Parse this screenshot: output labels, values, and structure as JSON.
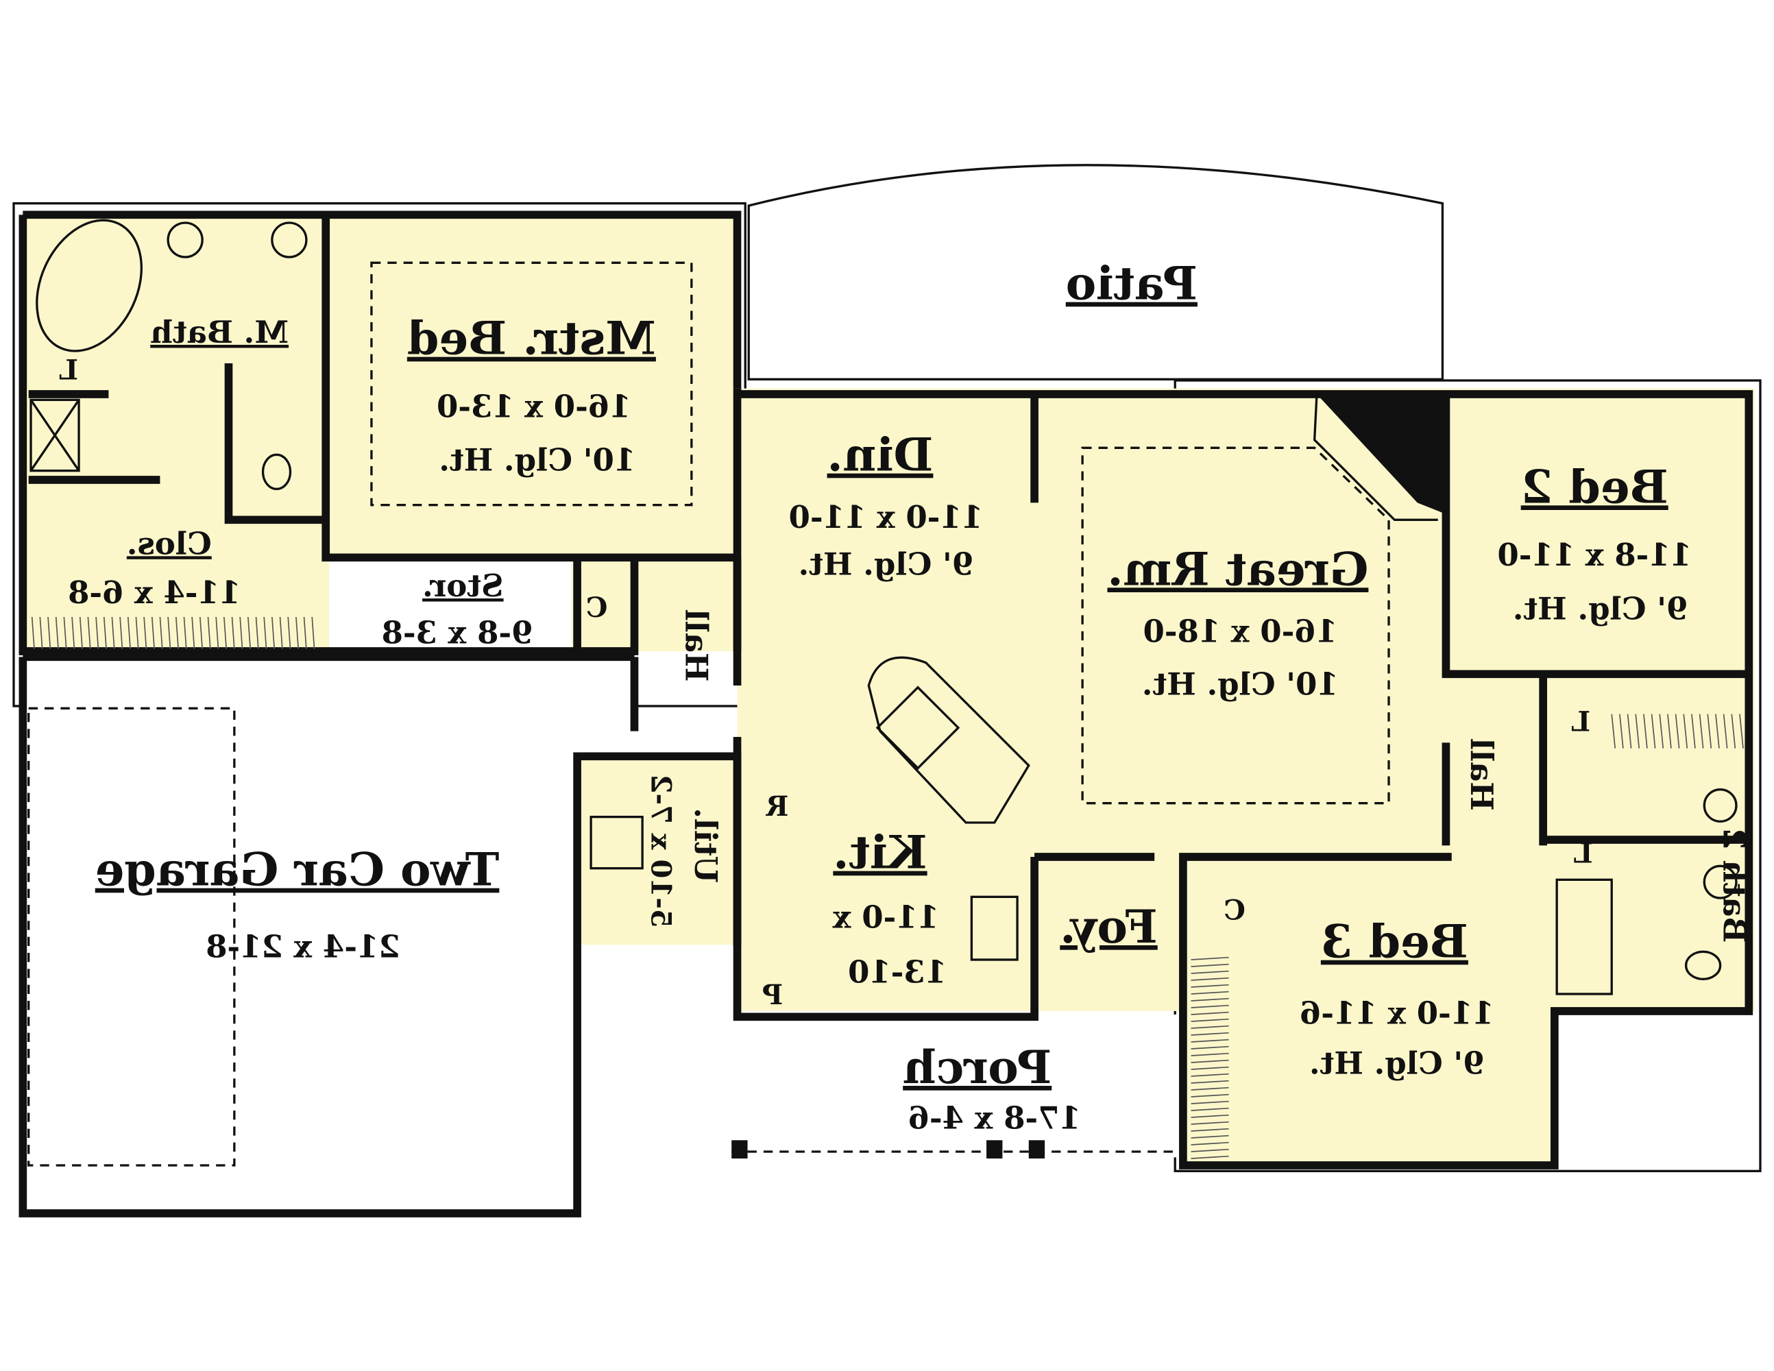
{
  "colors": {
    "room_fill": "#fbf7cb",
    "wall": "#111111",
    "exterior": "#ffffff"
  },
  "rooms": {
    "patio": {
      "name": "Patio"
    },
    "master_bed": {
      "name": "Mstr. Bed",
      "size": "16-0 x 13-0",
      "ceiling": "10' Clg. Ht."
    },
    "master_bath": {
      "name": "M. Bath",
      "linen": "L"
    },
    "closet": {
      "name": "Clos.",
      "size": "11-4 x 6-8"
    },
    "storage": {
      "name": "Stor.",
      "size": "9-8 x 3-8"
    },
    "coat_closet_1": {
      "name": "C"
    },
    "hall_1": {
      "name": "Hall"
    },
    "dining": {
      "name": "Din.",
      "size": "11-0 x 11-0",
      "ceiling": "9' Clg. Ht."
    },
    "great_room": {
      "name": "Great Rm.",
      "size": "16-0 x 18-0",
      "ceiling": "10' Clg. Ht."
    },
    "bed_2": {
      "name": "Bed 2",
      "size": "11-8 x 11-0",
      "ceiling": "9' Clg. Ht."
    },
    "hall_2": {
      "name": "Hall",
      "linen": "L"
    },
    "bath_2": {
      "name": "Bath 2",
      "linen": "L"
    },
    "garage": {
      "name": "Two Car Garage",
      "size": "21-4 x 21-8"
    },
    "utility": {
      "name": "Util.",
      "size": "5-10 x 7-2"
    },
    "kitchen": {
      "name": "Kit.",
      "size_line1": "11-0 x",
      "size_line2": "13-10",
      "refrigerator": "R",
      "pantry": "P"
    },
    "foyer": {
      "name": "Foy."
    },
    "coat_closet_2": {
      "name": "C"
    },
    "bed_3": {
      "name": "Bed 3",
      "size": "11-0 x 11-6",
      "ceiling": "9' Clg. Ht."
    },
    "porch": {
      "name": "Porch",
      "size": "17-8 x 4-6"
    }
  }
}
